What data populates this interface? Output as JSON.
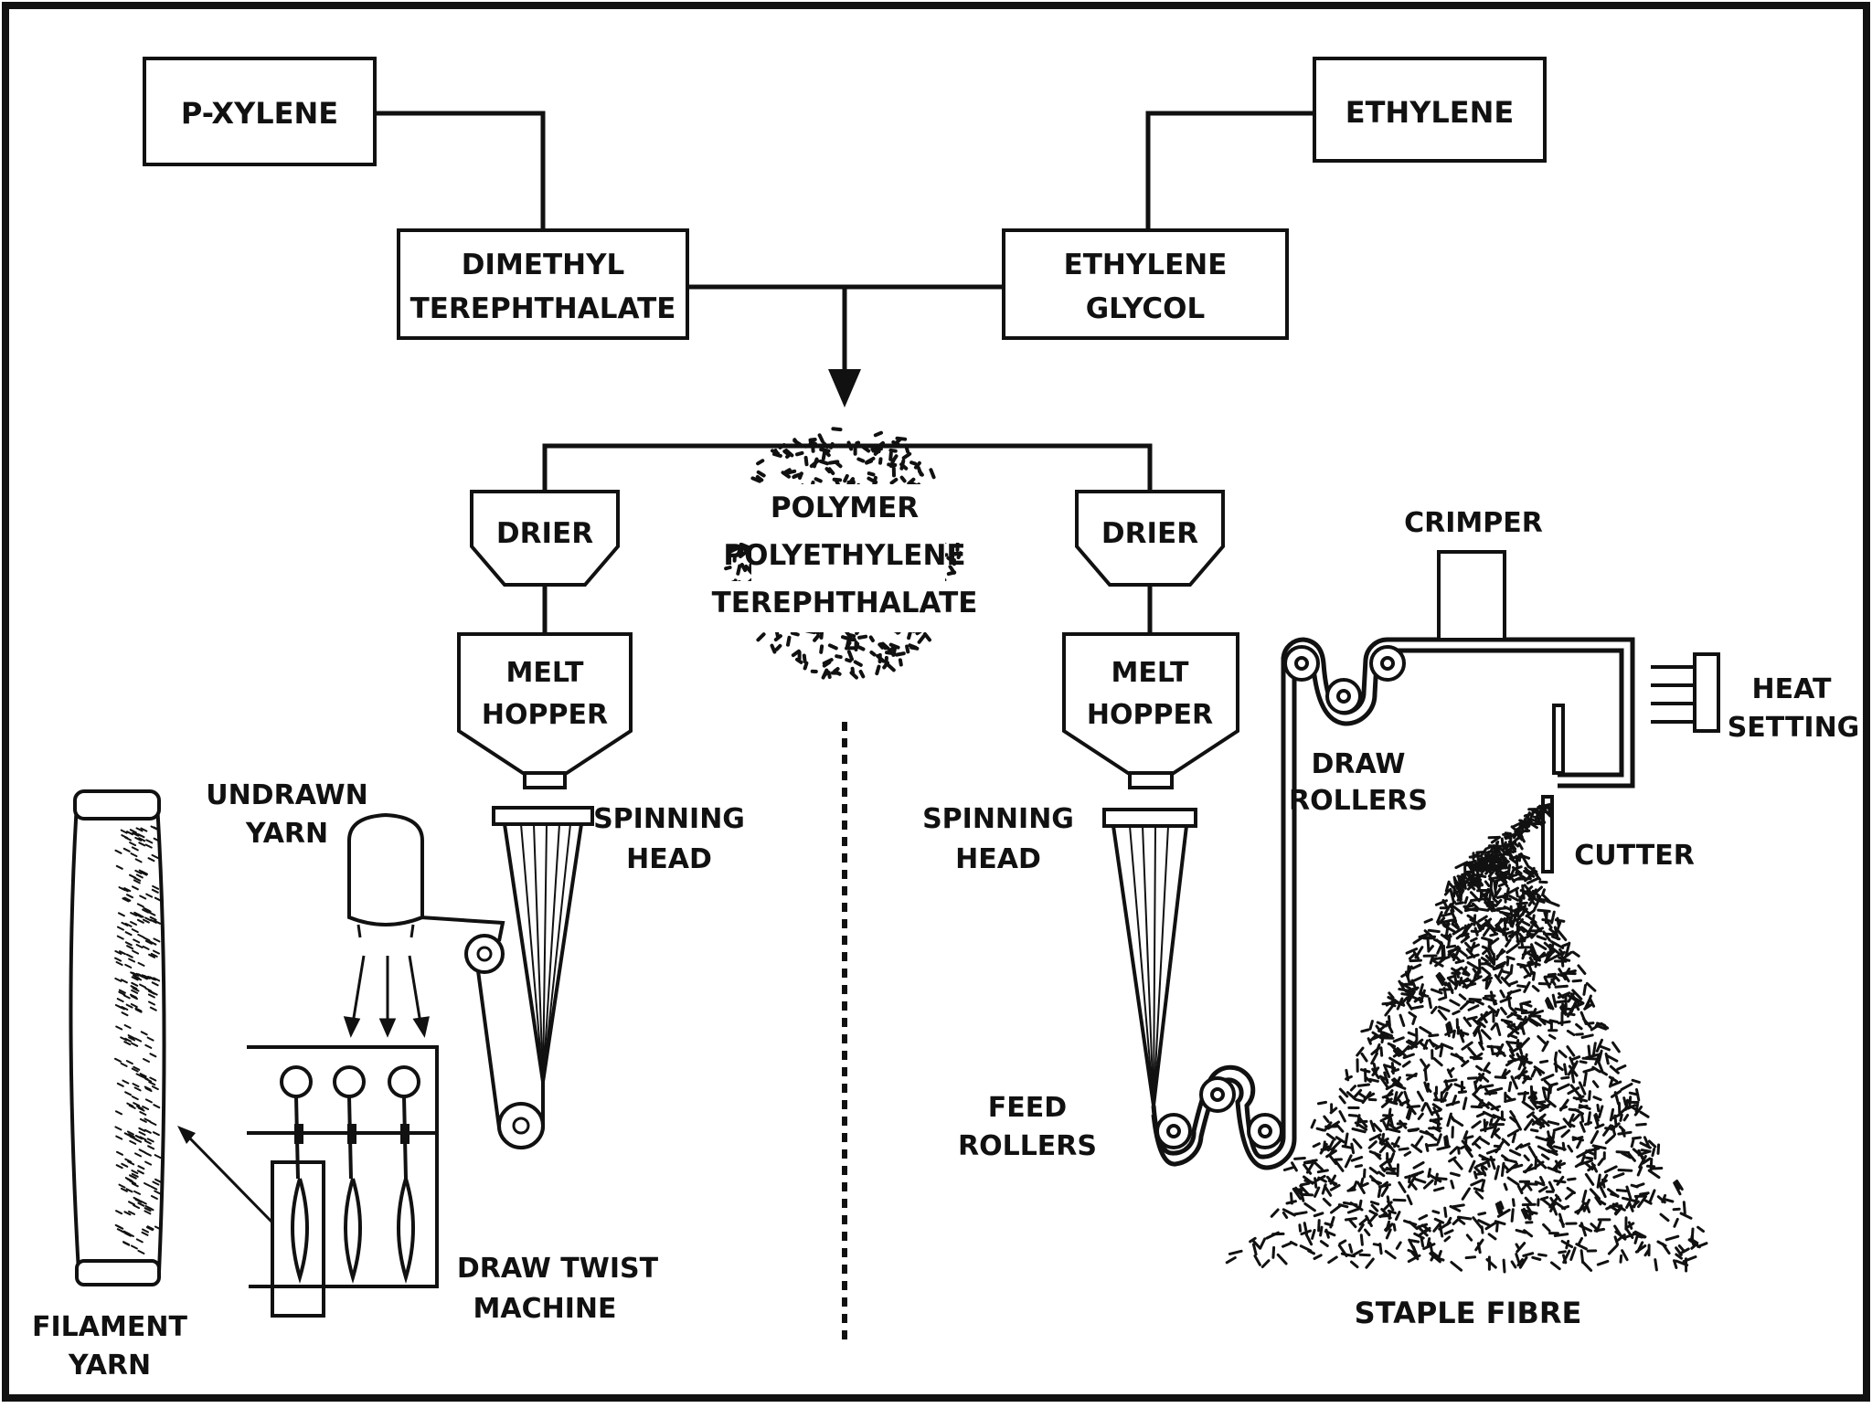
{
  "colors": {
    "ink": "#111111",
    "paper": "#ffffff"
  },
  "inputs": {
    "p_xylene": "P-XYLENE",
    "ethylene": "ETHYLENE",
    "dmt": [
      "DIMETHYL",
      "TEREPHTHALATE"
    ],
    "glycol": [
      "ETHYLENE",
      "GLYCOL"
    ]
  },
  "polymer": [
    "POLYMER",
    "POLYETHYLENE",
    "TEREPHTHALATE"
  ],
  "left": {
    "drier": "DRIER",
    "melt_hopper": [
      "MELT",
      "HOPPER"
    ],
    "spinning_head": [
      "SPINNING",
      "HEAD"
    ],
    "undrawn_yarn": [
      "UNDRAWN",
      "YARN"
    ],
    "draw_twist_machine": [
      "DRAW TWIST",
      "MACHINE"
    ],
    "filament_yarn": [
      "FILAMENT",
      "YARN"
    ]
  },
  "right": {
    "drier": "DRIER",
    "melt_hopper": [
      "MELT",
      "HOPPER"
    ],
    "spinning_head": [
      "SPINNING",
      "HEAD"
    ],
    "feed_rollers": [
      "FEED",
      "ROLLERS"
    ],
    "draw_rollers": [
      "DRAW",
      "ROLLERS"
    ],
    "crimper": "CRIMPER",
    "heat_setting": [
      "HEAT",
      "SETTING"
    ],
    "cutter": "CUTTER",
    "staple_fibre": "STAPLE FIBRE"
  },
  "icons": [
    "arrow-down-icon",
    "roller-icon",
    "bobbin-icon",
    "spool-icon",
    "heater-icon",
    "cutter-blade-icon"
  ]
}
